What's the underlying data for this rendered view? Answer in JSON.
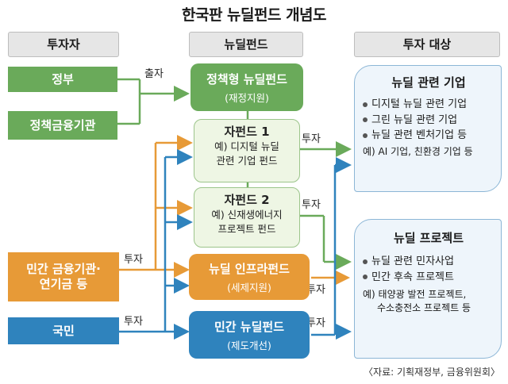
{
  "title": "한국판 뉴딜펀드 개념도",
  "headers": {
    "investor": "투자자",
    "fund": "뉴딜펀드",
    "target": "투자 대상"
  },
  "investors": {
    "government": "정부",
    "policy_finance": "정책금융기관",
    "private_finance_line1": "민간 금융기관·",
    "private_finance_line2": "연기금 등",
    "citizens": "국민"
  },
  "funds": {
    "policy": {
      "name": "정책형 뉴딜펀드",
      "note": "(재정지원)"
    },
    "sub1": {
      "name": "자펀드 1",
      "line1": "예) 디지털 뉴딜",
      "line2": "관련 기업 펀드"
    },
    "sub2": {
      "name": "자펀드 2",
      "line1": "예) 신재생에너지",
      "line2": "프로젝트 펀드"
    },
    "infra": {
      "name": "뉴딜 인프라펀드",
      "note": "(세제지원)"
    },
    "private": {
      "name": "민간 뉴딜펀드",
      "note": "(제도개선)"
    }
  },
  "flow_labels": {
    "contribution": "출자",
    "invest_sub1": "투자",
    "invest_sub2": "투자",
    "invest_private_finance": "투자",
    "invest_citizens": "투자",
    "invest_infra": "투자",
    "invest_private_fund": "투자"
  },
  "targets": {
    "companies": {
      "head": "뉴딜 관련 기업",
      "items": [
        "디지털 뉴딜 관련 기업",
        "그린 뉴딜 관련 기업",
        "뉴딜 관련 벤처기업 등"
      ],
      "example": "예) AI 기업, 친환경 기업 등"
    },
    "projects": {
      "head": "뉴딜 프로젝트",
      "items": [
        "뉴딜 관련 민자사업",
        "민간 후속 프로젝트"
      ],
      "example_line1": "예) 태양광 발전 프로젝트,",
      "example_line2": "수소충전소 프로젝트 등"
    }
  },
  "source": "〈자료: 기획재정부, 금융위원회〉",
  "colors": {
    "green": "#6aaa5a",
    "orange": "#e79a37",
    "blue": "#2f83bd",
    "subfund_bg": "#eef6e4",
    "target_bg": "#eef5fb"
  }
}
